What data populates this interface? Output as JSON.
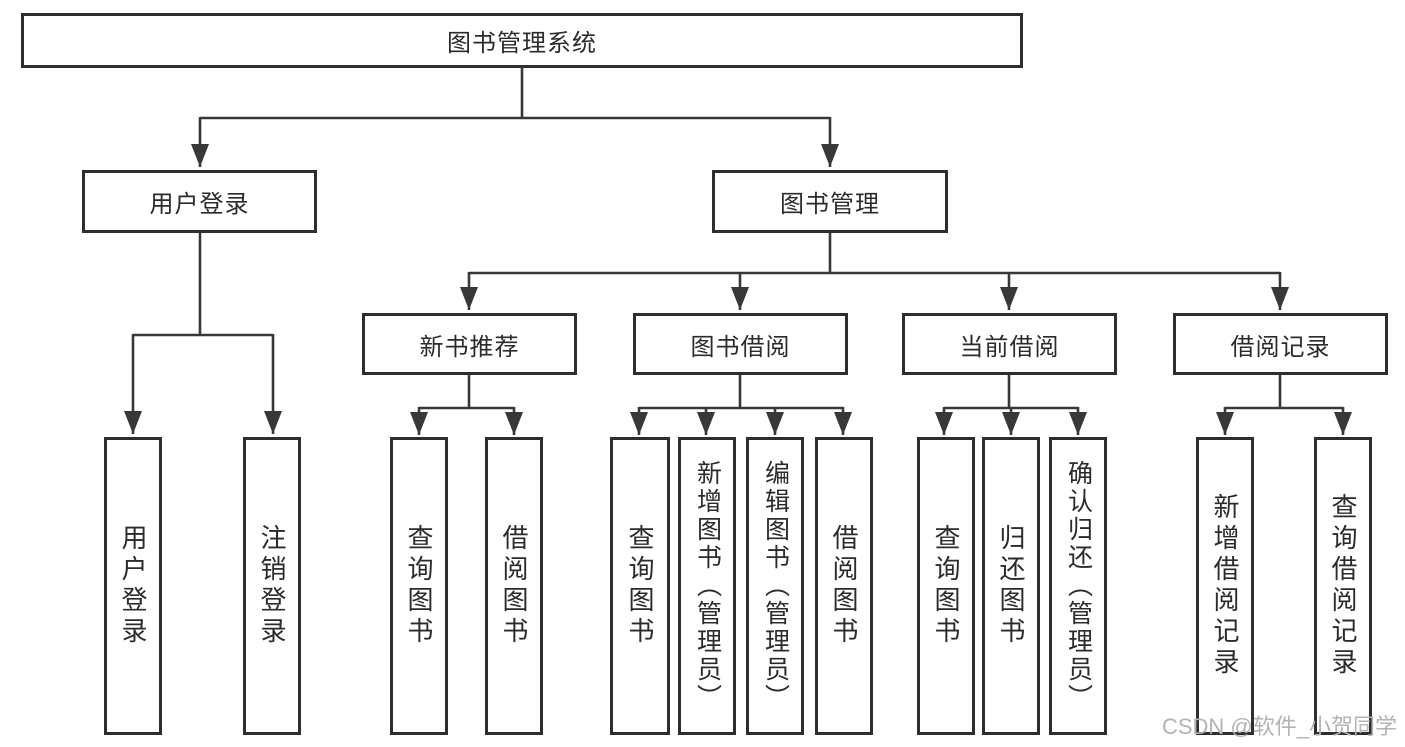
{
  "tree": {
    "root": {
      "label": "图书管理系统",
      "children": [
        {
          "label": "用户登录",
          "children": [
            {
              "label": "用户登录"
            },
            {
              "label": "注销登录"
            }
          ]
        },
        {
          "label": "图书管理",
          "children": [
            {
              "label": "新书推荐",
              "children": [
                {
                  "label": "查询图书"
                },
                {
                  "label": "借阅图书"
                }
              ]
            },
            {
              "label": "图书借阅",
              "children": [
                {
                  "label": "查询图书"
                },
                {
                  "label": "新增图书（管理员）"
                },
                {
                  "label": "编辑图书（管理员）"
                },
                {
                  "label": "借阅图书"
                }
              ]
            },
            {
              "label": "当前借阅",
              "children": [
                {
                  "label": "查询图书"
                },
                {
                  "label": "归还图书"
                },
                {
                  "label": "确认归还（管理员）"
                }
              ]
            },
            {
              "label": "借阅记录",
              "children": [
                {
                  "label": "新增借阅记录"
                },
                {
                  "label": "查询借阅记录"
                }
              ]
            }
          ]
        }
      ]
    }
  },
  "watermark": {
    "text": "CSDN @软件_小贺同学"
  },
  "colors": {
    "line": "#383838",
    "border": "#2e2e2e",
    "text": "#2b2b2b",
    "watermark": "#b3b3b3",
    "background": "#ffffff"
  }
}
